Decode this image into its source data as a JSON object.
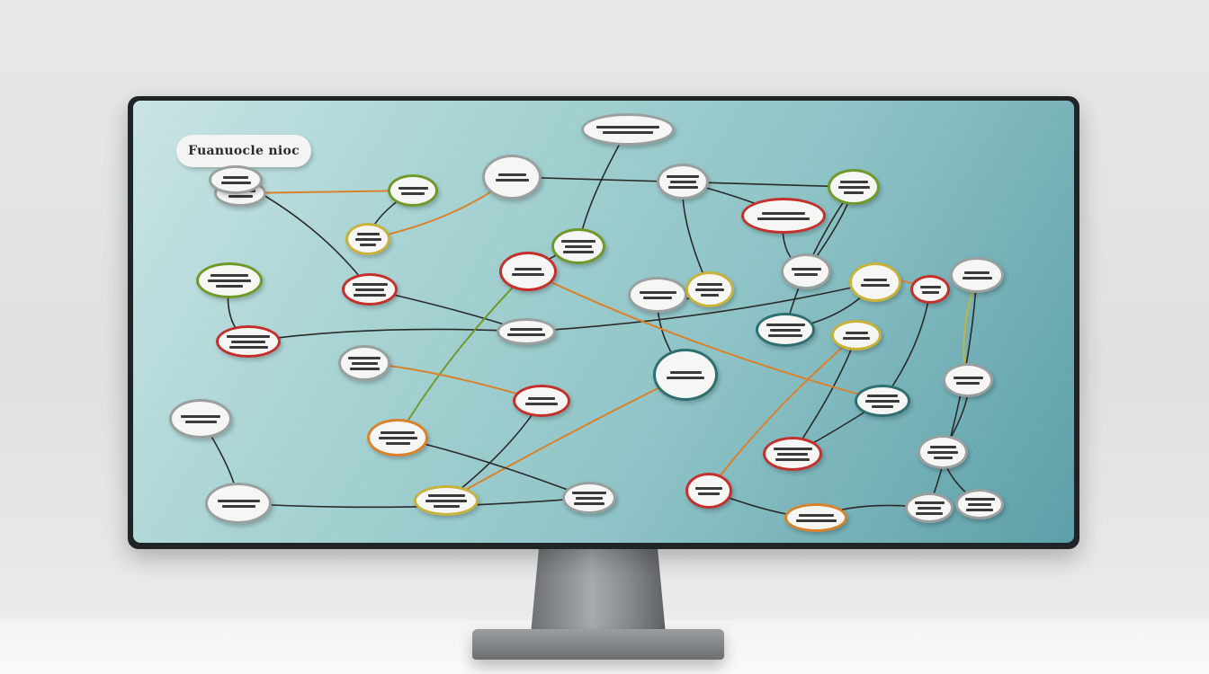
{
  "title_text": "Fuanuocle nioc",
  "colors": {
    "red": "#c4302b",
    "green": "#6f9a2a",
    "yellow": "#c7b23a",
    "orange": "#d9822b",
    "teal": "#2f6f6e",
    "gray": "#9aa0a0",
    "line_dark": "#2a2a2a"
  },
  "diagram": {
    "nodes": [
      {
        "id": "n1",
        "color": "gray"
      },
      {
        "id": "n2",
        "color": "green"
      },
      {
        "id": "n3",
        "color": "red"
      },
      {
        "id": "n4",
        "color": "gray"
      },
      {
        "id": "n5",
        "color": "green"
      },
      {
        "id": "n6",
        "color": "yellow"
      },
      {
        "id": "n7",
        "color": "red"
      },
      {
        "id": "n8",
        "color": "gray"
      },
      {
        "id": "n9",
        "color": "gray"
      },
      {
        "id": "n10",
        "color": "gray"
      },
      {
        "id": "n11",
        "color": "green"
      },
      {
        "id": "n12",
        "color": "red"
      },
      {
        "id": "n13",
        "color": "gray"
      },
      {
        "id": "n14",
        "color": "orange"
      },
      {
        "id": "n15",
        "color": "gray"
      },
      {
        "id": "n16",
        "color": "red"
      },
      {
        "id": "n17",
        "color": "gray"
      },
      {
        "id": "n18",
        "color": "yellow"
      },
      {
        "id": "n19",
        "color": "gray"
      },
      {
        "id": "n20",
        "color": "teal"
      },
      {
        "id": "n21",
        "color": "gray"
      },
      {
        "id": "n22",
        "color": "yellow"
      },
      {
        "id": "n23",
        "color": "gray"
      },
      {
        "id": "n24",
        "color": "red"
      },
      {
        "id": "n25",
        "color": "gray"
      },
      {
        "id": "n26",
        "color": "green"
      },
      {
        "id": "n27",
        "color": "teal"
      },
      {
        "id": "n28",
        "color": "yellow"
      },
      {
        "id": "n29",
        "color": "red"
      },
      {
        "id": "n30",
        "color": "teal"
      },
      {
        "id": "n31",
        "color": "red"
      },
      {
        "id": "n32",
        "color": "yellow"
      },
      {
        "id": "n33",
        "color": "red"
      },
      {
        "id": "n34",
        "color": "orange"
      },
      {
        "id": "n35",
        "color": "gray"
      },
      {
        "id": "n36",
        "color": "gray"
      },
      {
        "id": "n37",
        "color": "gray"
      },
      {
        "id": "n38",
        "color": "gray"
      },
      {
        "id": "n39",
        "color": "gray"
      }
    ],
    "links": [
      {
        "from": "n1",
        "to": "n4",
        "color": "line_dark"
      },
      {
        "from": "n1",
        "to": "n5",
        "color": "orange"
      },
      {
        "from": "n2",
        "to": "n3",
        "color": "line_dark"
      },
      {
        "from": "n4",
        "to": "n7",
        "color": "line_dark"
      },
      {
        "from": "n5",
        "to": "n6",
        "color": "line_dark"
      },
      {
        "from": "n6",
        "to": "n8",
        "color": "orange"
      },
      {
        "from": "n3",
        "to": "n10",
        "color": "line_dark"
      },
      {
        "from": "n7",
        "to": "n10",
        "color": "line_dark"
      },
      {
        "from": "n9",
        "to": "n11",
        "color": "line_dark"
      },
      {
        "from": "n11",
        "to": "n12",
        "color": "line_dark"
      },
      {
        "from": "n12",
        "to": "n14",
        "color": "green"
      },
      {
        "from": "n13",
        "to": "n17",
        "color": "line_dark"
      },
      {
        "from": "n15",
        "to": "n16",
        "color": "orange"
      },
      {
        "from": "n16",
        "to": "n18",
        "color": "line_dark"
      },
      {
        "from": "n17",
        "to": "n19",
        "color": "line_dark"
      },
      {
        "from": "n18",
        "to": "n20",
        "color": "orange"
      },
      {
        "from": "n20",
        "to": "n21",
        "color": "line_dark"
      },
      {
        "from": "n21",
        "to": "n22",
        "color": "line_dark"
      },
      {
        "from": "n22",
        "to": "n23",
        "color": "line_dark"
      },
      {
        "from": "n23",
        "to": "n24",
        "color": "line_dark"
      },
      {
        "from": "n24",
        "to": "n25",
        "color": "line_dark"
      },
      {
        "from": "n25",
        "to": "n26",
        "color": "line_dark"
      },
      {
        "from": "n26",
        "to": "n27",
        "color": "line_dark"
      },
      {
        "from": "n27",
        "to": "n28",
        "color": "line_dark"
      },
      {
        "from": "n28",
        "to": "n29",
        "color": "orange"
      },
      {
        "from": "n29",
        "to": "n30",
        "color": "line_dark"
      },
      {
        "from": "n30",
        "to": "n31",
        "color": "line_dark"
      },
      {
        "from": "n31",
        "to": "n32",
        "color": "line_dark"
      },
      {
        "from": "n32",
        "to": "n33",
        "color": "orange"
      },
      {
        "from": "n33",
        "to": "n34",
        "color": "line_dark"
      },
      {
        "from": "n34",
        "to": "n35",
        "color": "line_dark"
      },
      {
        "from": "n35",
        "to": "n36",
        "color": "line_dark"
      },
      {
        "from": "n36",
        "to": "n37",
        "color": "yellow"
      },
      {
        "from": "n37",
        "to": "n38",
        "color": "line_dark"
      },
      {
        "from": "n38",
        "to": "n39",
        "color": "line_dark"
      },
      {
        "from": "n10",
        "to": "n28",
        "color": "line_dark"
      },
      {
        "from": "n14",
        "to": "n19",
        "color": "line_dark"
      },
      {
        "from": "n8",
        "to": "n26",
        "color": "line_dark"
      },
      {
        "from": "n12",
        "to": "n30",
        "color": "orange"
      }
    ]
  }
}
